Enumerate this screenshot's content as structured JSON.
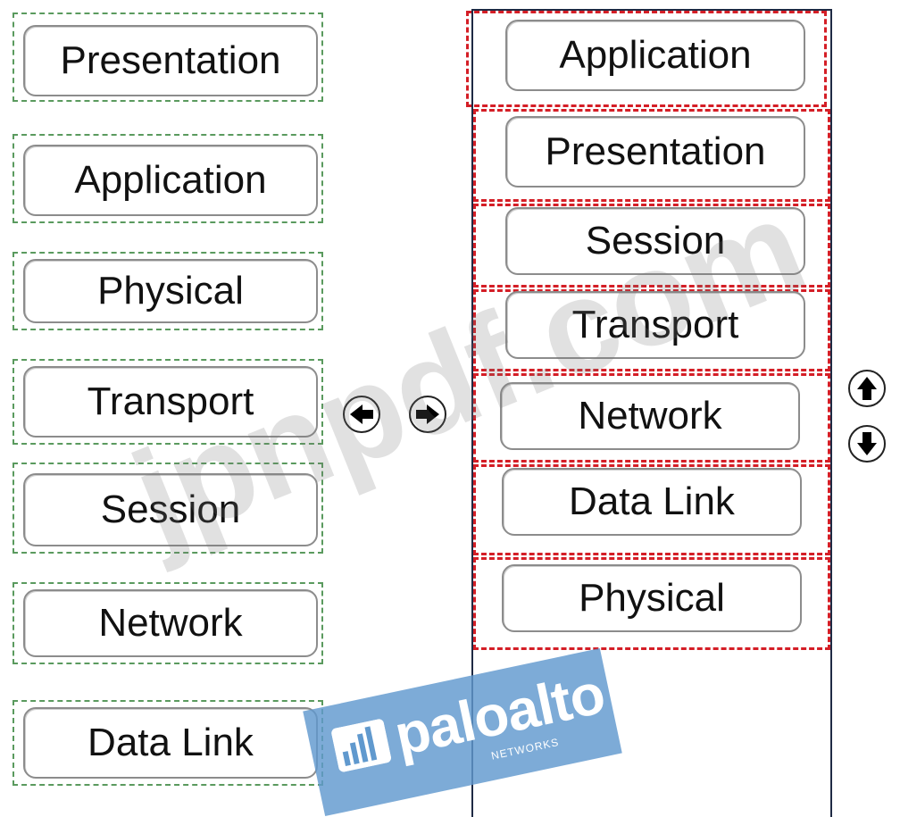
{
  "source_layers": [
    {
      "label": "Presentation"
    },
    {
      "label": "Application"
    },
    {
      "label": "Physical"
    },
    {
      "label": "Transport"
    },
    {
      "label": "Session"
    },
    {
      "label": "Network"
    },
    {
      "label": "Data Link"
    }
  ],
  "target_layers": [
    {
      "label": "Application"
    },
    {
      "label": "Presentation"
    },
    {
      "label": "Session"
    },
    {
      "label": "Transport"
    },
    {
      "label": "Network"
    },
    {
      "label": "Data Link"
    },
    {
      "label": "Physical"
    }
  ],
  "watermark": "jpnpdf.com",
  "logo": {
    "word": "paloalto",
    "sub": "NETWORKS"
  },
  "colors": {
    "source_slot": "#5a9a5e",
    "target_slot": "#d41e26",
    "logo_blue": "#6099ce"
  },
  "icons": {
    "move_horizontal": "left-right-arrow-icon",
    "move_vertical": "up-down-arrow-icon"
  }
}
